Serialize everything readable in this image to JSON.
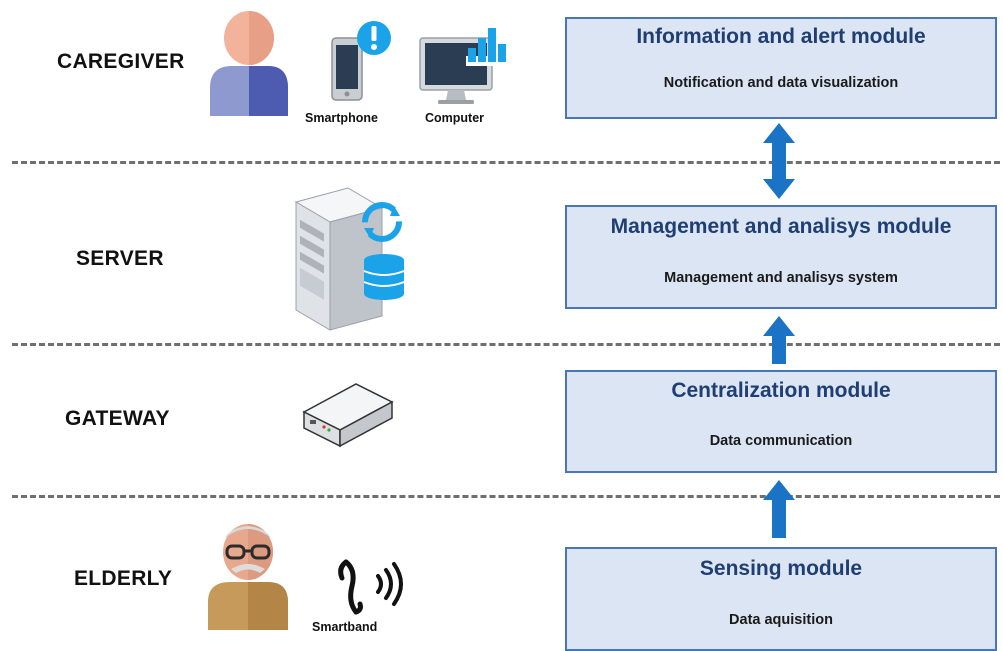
{
  "layers": {
    "caregiver": "CAREGIVER",
    "server": "SERVER",
    "gateway": "GATEWAY",
    "elderly": "ELDERLY"
  },
  "devices": {
    "smartphone": "Smartphone",
    "computer": "Computer",
    "smartband": "Smartband"
  },
  "modules": {
    "info": {
      "title": "Information and alert module",
      "subtitle": "Notification and data visualization"
    },
    "management": {
      "title": "Management and analisys module",
      "subtitle": "Management and analisys system"
    },
    "centralization": {
      "title": "Centralization module",
      "subtitle": "Data communication"
    },
    "sensing": {
      "title": "Sensing module",
      "subtitle": "Data aquisition"
    }
  },
  "colors": {
    "module_fill": "#dbe5f3",
    "module_border": "#4a77b4",
    "module_title": "#1f3e73",
    "arrow": "#1a73c4",
    "icon_blue": "#1aa3e8"
  }
}
